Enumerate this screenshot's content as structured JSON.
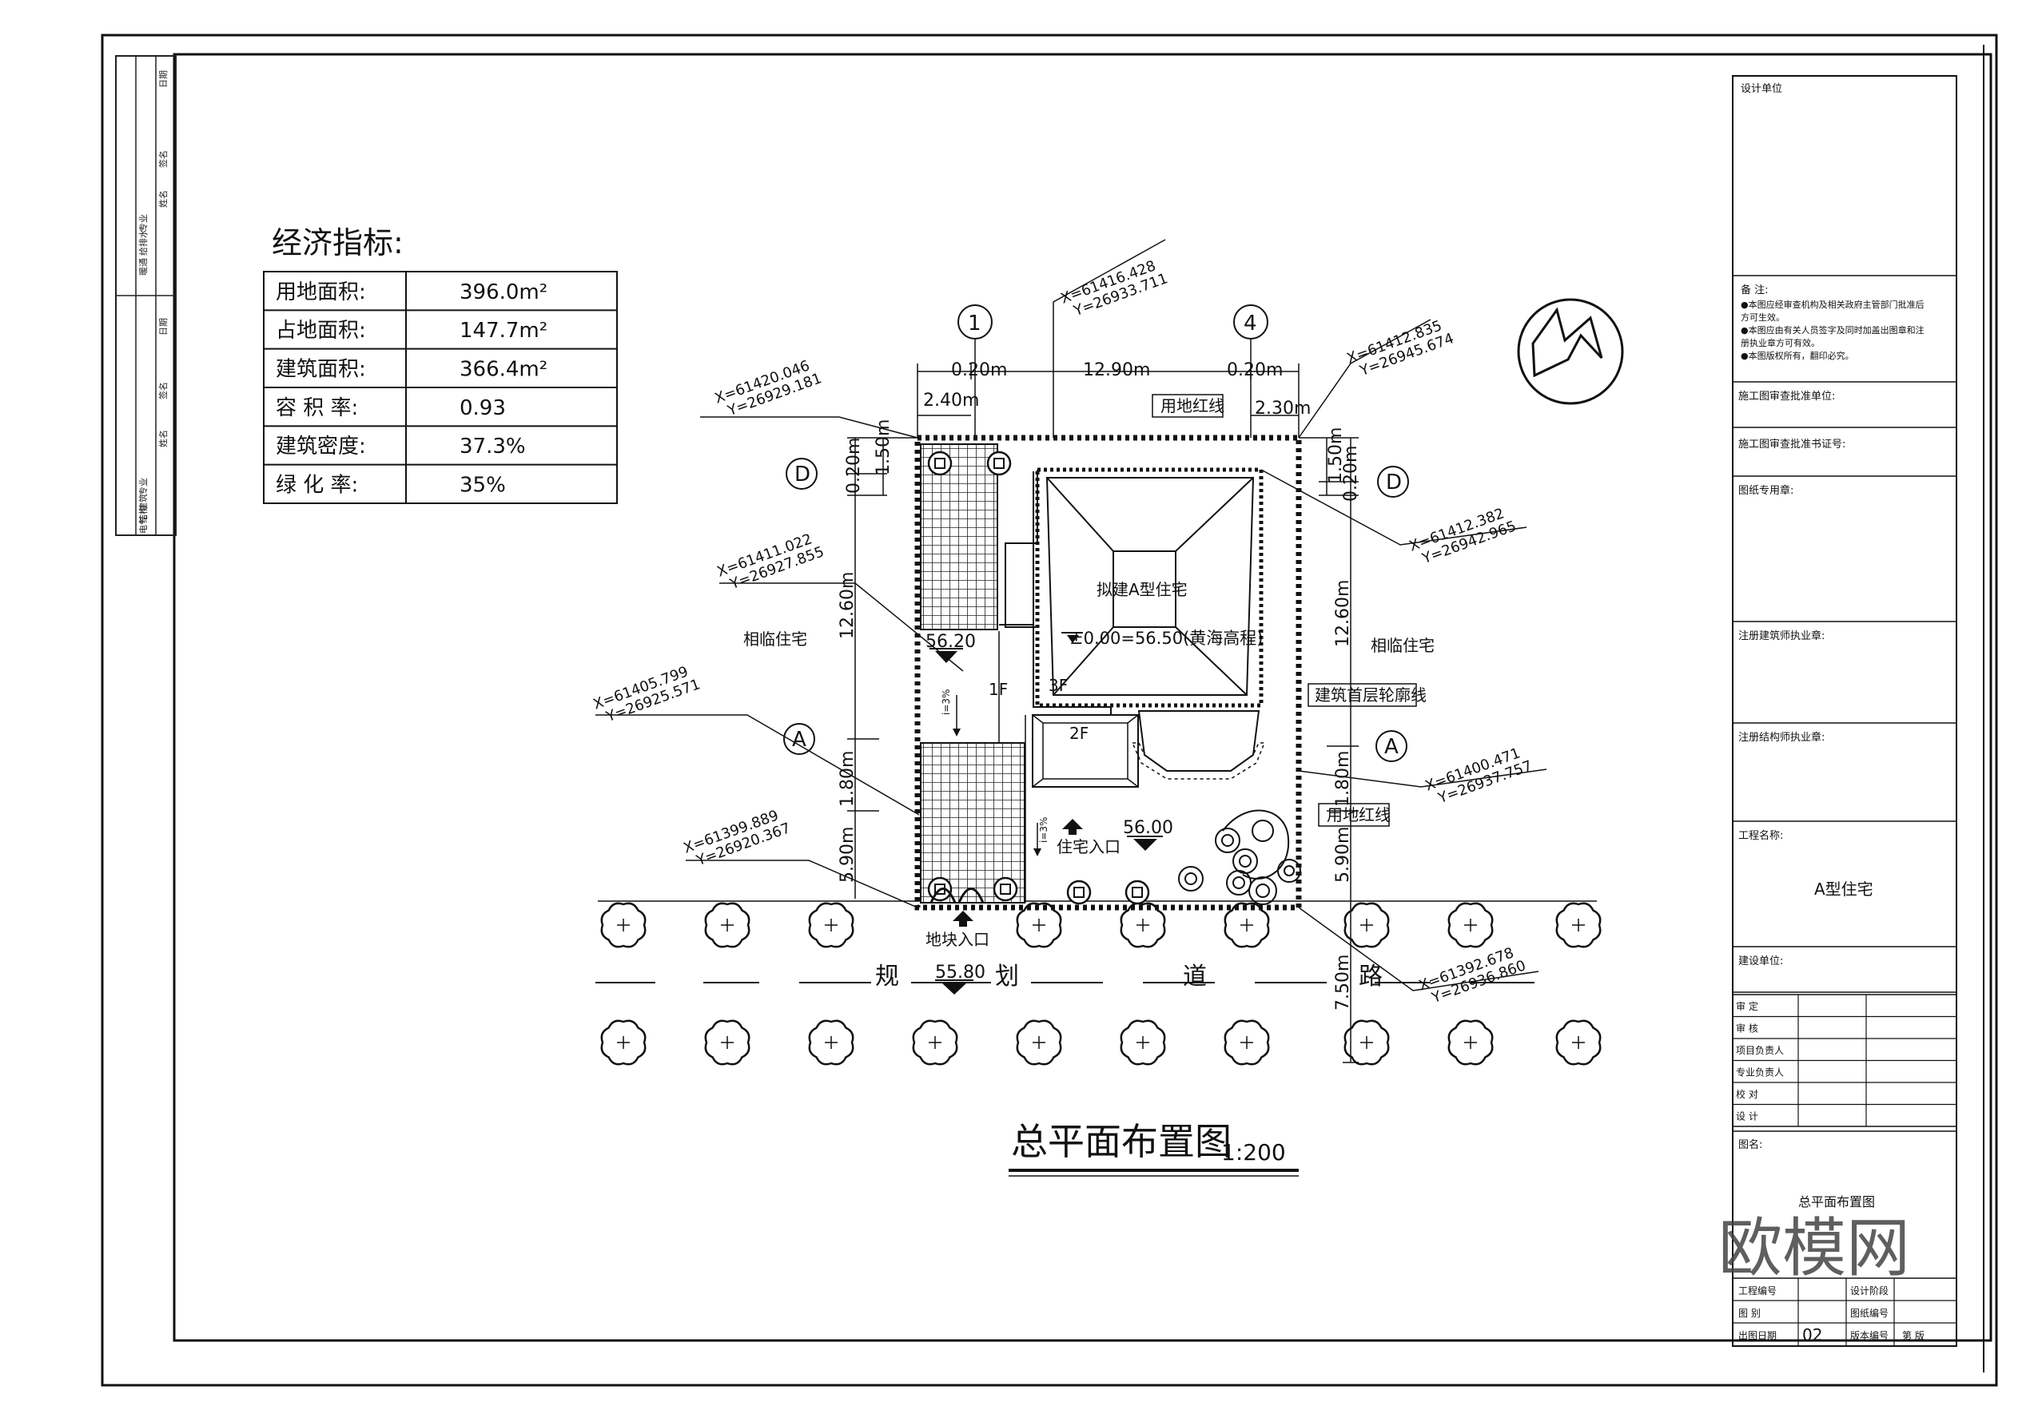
{
  "sheet": {
    "title": "总平面布置图",
    "scale": "1:200",
    "watermark": "欧模网"
  },
  "economic": {
    "heading": "经济指标:",
    "rows": [
      {
        "label": "用地面积:",
        "value": "396.0m²"
      },
      {
        "label": "占地面积:",
        "value": "147.7m²"
      },
      {
        "label": "建筑面积:",
        "value": "366.4m²"
      },
      {
        "label": "容 积 率:",
        "value": "0.93"
      },
      {
        "label": "建筑密度:",
        "value": "37.3%"
      },
      {
        "label": "绿 化 率:",
        "value": "35%"
      }
    ]
  },
  "plan": {
    "axis_1": "1",
    "axis_4": "4",
    "axis_d": "D",
    "axis_a": "A",
    "dim_top_left": "0.20m",
    "dim_top_mid": "12.90m",
    "dim_top_right": "0.20m",
    "dim_240": "2.40m",
    "dim_230": "2.30m",
    "dim_left_150": "1.50m",
    "dim_left_020": "0.20m",
    "dim_left_1260": "12.60m",
    "dim_left_180": "1.80m",
    "dim_left_590": "5.90m",
    "dim_right_150": "1.50m",
    "dim_right_020": "0.20m",
    "dim_right_1260": "12.60m",
    "dim_right_180": "1.80m",
    "dim_right_590": "5.90m",
    "dim_750": "7.50m",
    "red_line_top": "用地红线",
    "red_line_right": "用地红线",
    "house_label": "拟建A型住宅",
    "elev_label": "±0.00=56.50(黄海高程)",
    "outline_label": "建筑首层轮廓线",
    "neighbor_left": "相临住宅",
    "neighbor_right": "相临住宅",
    "elev_5620": "56.20",
    "elev_5600": "56.00",
    "elev_5580": "55.80",
    "floor_1f": "1F",
    "floor_2f": "2F",
    "floor_3f": "3F",
    "slope_1": "i=3%",
    "slope_2": "i=3%",
    "house_entry": "住宅入口",
    "lot_entry": "地块入口",
    "road_1": "规",
    "road_2": "划",
    "road_3": "道",
    "road_4": "路",
    "coords": [
      {
        "x": "X=61416.428",
        "y": "Y=26933.711"
      },
      {
        "x": "X=61412.835",
        "y": "Y=26945.674"
      },
      {
        "x": "X=61420.046",
        "y": "Y=26929.181"
      },
      {
        "x": "X=61412.382",
        "y": "Y=26942.965"
      },
      {
        "x": "X=61411.022",
        "y": "Y=26927.855"
      },
      {
        "x": "X=61405.799",
        "y": "Y=26925.571"
      },
      {
        "x": "X=61400.471",
        "y": "Y=26937.757"
      },
      {
        "x": "X=61399.889",
        "y": "Y=26920.367"
      },
      {
        "x": "X=61392.678",
        "y": "Y=26936.860"
      }
    ]
  },
  "left_strip": {
    "labels": [
      "日期",
      "签名",
      "姓名",
      "专业",
      "给排水",
      "暖通",
      "日期",
      "签名",
      "姓名",
      "专业",
      "建筑",
      "结构",
      "电气"
    ]
  },
  "title_block": {
    "design_unit": "设计单位",
    "notes_title": "备  注:",
    "notes": [
      "●本图应经审查机构及相关政府主管部门批准后",
      "  方可生效。",
      "●本图应由有关人员签字及同时加盖出图章和注",
      "  册执业章方可有效。",
      "●本图版权所有，翻印必究。"
    ],
    "review_unit": "施工图审查批准单位:",
    "review_cert": "施工图审查批准书证号:",
    "drawing_seal": "图纸专用章:",
    "architect_seal": "注册建筑师执业章:",
    "structure_seal": "注册结构师执业章:",
    "project_name_label": "工程名称:",
    "project_name": "A型住宅",
    "client_label": "建设单位:",
    "sign_rows": [
      "审  定",
      "审  核",
      "项目负责人",
      "专业负责人",
      "校  对",
      "设  计"
    ],
    "drawing_name_label": "图名:",
    "drawing_name": "总平面布置图",
    "bottom": {
      "project_no": "工程编号",
      "stage": "设计阶段",
      "category": "图  别",
      "drawing_no": "图纸编号",
      "date": "出图日期",
      "date_value": "02",
      "version": "版本编号",
      "version_value": "第  版"
    }
  }
}
